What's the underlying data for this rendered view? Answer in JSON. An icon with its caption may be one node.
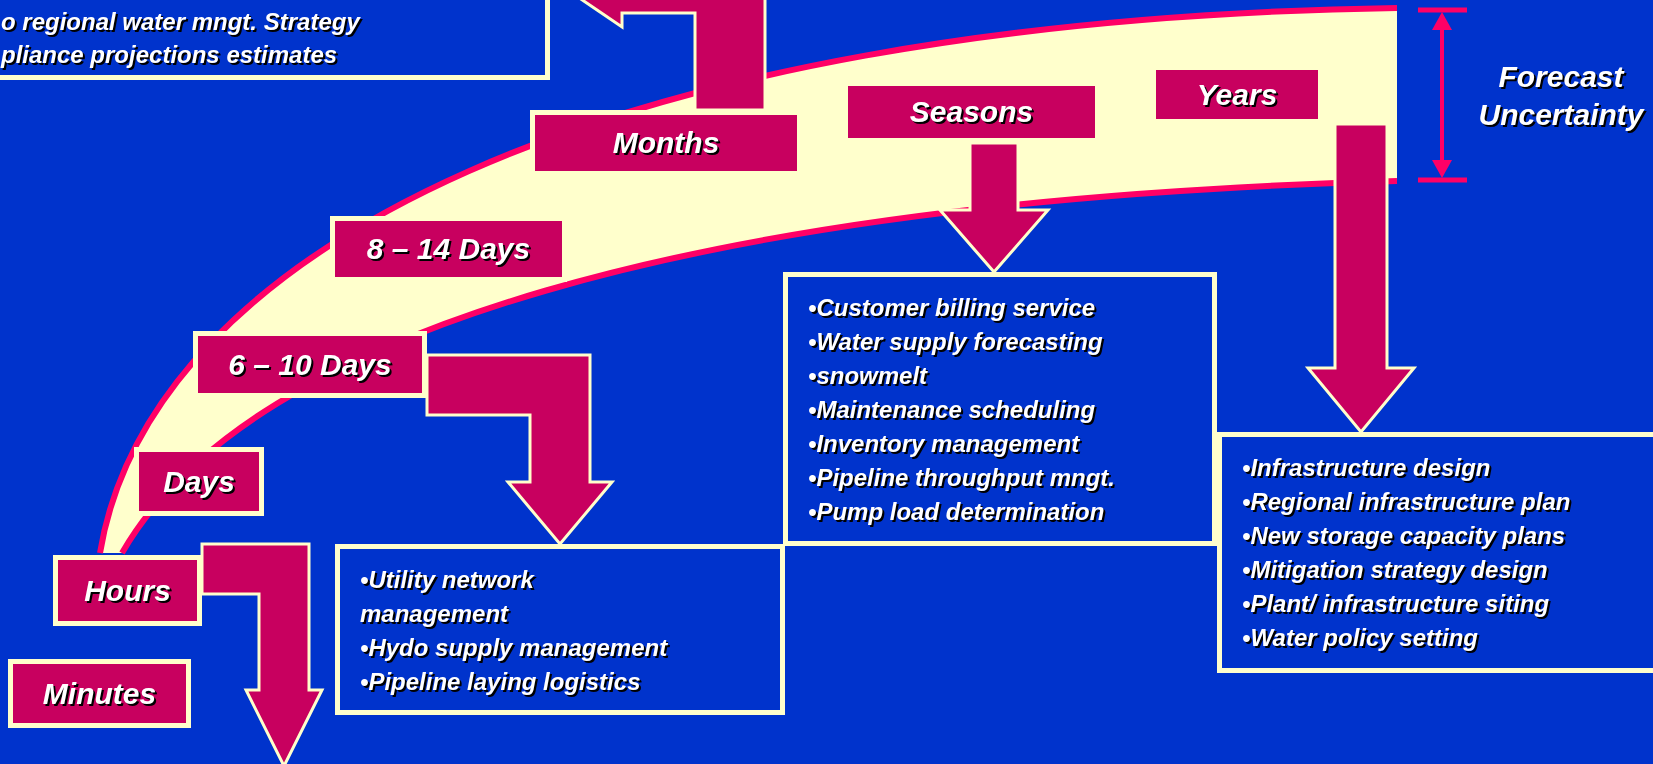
{
  "diagram": {
    "nodes": [
      {
        "text": [
          "o regional water mngt. Strategy pliance projections estimates"
        ]
      },
      {
        "text": [
          "Months"
        ]
      },
      {
        "text": [
          "Seasons"
        ]
      },
      {
        "text": [
          "Years"
        ]
      },
      {
        "text": [
          "8 – 14 Days"
        ]
      },
      {
        "text": [
          "6 – 10 Days"
        ]
      },
      {
        "text": [
          "Days"
        ]
      },
      {
        "text": [
          "Hours"
        ]
      },
      {
        "text": [
          "Minutes"
        ]
      },
      {
        "text": [
          "•Customer billing service",
          "•Water supply forecasting",
          "•snowmelt",
          "•Maintenance scheduling",
          "•Inventory management",
          "•Pipeline throughput mngt.",
          "•Pump load determination"
        ]
      },
      {
        "text": [
          "•Utility network management",
          "•Hydo supply management",
          "•Pipeline laying logistics"
        ]
      },
      {
        "text": [
          "•Infrastructure design",
          "•Regional infrastructure plan",
          "•New storage capacity plans",
          "•Mitigation strategy design",
          "•Plant/ infrastructure siting",
          "•Water policy setting"
        ]
      }
    ],
    "edges": [
      {
        "from": 1,
        "to": 0,
        "arrow": "to"
      },
      {
        "from": 2,
        "to": 9,
        "arrow": "to"
      },
      {
        "from": 3,
        "to": 11,
        "arrow": "to"
      },
      {
        "from": 5,
        "to": 10,
        "arrow": "to"
      },
      {
        "from": 7,
        "to": null,
        "arrow": "to"
      }
    ],
    "labels": [
      "Forecast Uncertainty"
    ]
  }
}
